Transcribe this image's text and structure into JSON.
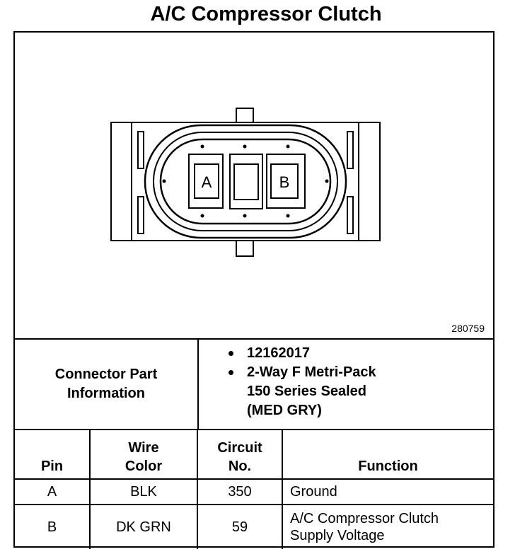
{
  "title": "A/C Compressor Clutch",
  "figure_id": "280759",
  "diagram": {
    "pin_a_label": "A",
    "pin_b_label": "B"
  },
  "connector_info": {
    "label_lines": [
      "Connector Part",
      "Information"
    ],
    "items": [
      {
        "lines": [
          "12162017"
        ]
      },
      {
        "lines": [
          "2-Way F Metri-Pack",
          "150 Series Sealed",
          "(MED GRY)"
        ]
      }
    ]
  },
  "table": {
    "headers": {
      "pin": [
        "Pin"
      ],
      "wire_color": [
        "Wire",
        "Color"
      ],
      "circuit": [
        "Circuit",
        "No."
      ],
      "function": [
        "Function"
      ]
    },
    "rows": [
      {
        "pin": "A",
        "wire_color": "BLK",
        "circuit": "350",
        "function": [
          "Ground"
        ]
      },
      {
        "pin": "B",
        "wire_color": "DK GRN",
        "circuit": "59",
        "function": [
          "A/C Compressor Clutch",
          "Supply Voltage"
        ]
      }
    ]
  }
}
